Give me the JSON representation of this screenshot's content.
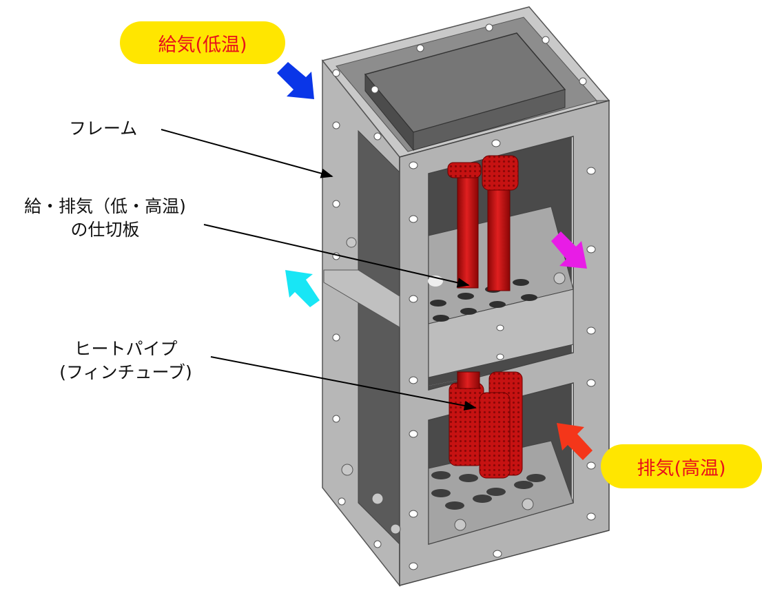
{
  "labels": {
    "intake": "給気(低温)",
    "exhaust": "排気(高温)",
    "frame": "フレーム",
    "partition_line1": "給・排気（低・高温)",
    "partition_line2": "の仕切板",
    "heatpipe_line1": "ヒートパイプ",
    "heatpipe_line2": "(フィンチューブ)"
  },
  "arrows": {
    "intake_in": "blue-arrow",
    "intake_out": "cyan-arrow",
    "exhaust_in": "red-arrow",
    "exhaust_out": "magenta-arrow"
  },
  "colors": {
    "pill": "#ffe600",
    "pill_text": "#e8101a",
    "intake_in": "#0a36e8",
    "intake_out": "#18e6f5",
    "exhaust_in": "#f4361a",
    "exhaust_out": "#e81ce6",
    "pipe": "#c91010",
    "frame": "#a9a9a9"
  }
}
